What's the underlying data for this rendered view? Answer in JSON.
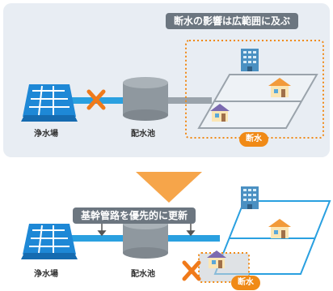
{
  "top_panel": {
    "title": "断水の影響は広範囲に及ぶ",
    "water_plant_label": "浄水場",
    "reservoir_label": "配水池",
    "outage_tag": "断水"
  },
  "bottom_panel": {
    "title": "基幹管路を優先的に更新",
    "water_plant_label": "浄水場",
    "reservoir_label": "配水池",
    "outage_tag": "断水"
  },
  "colors": {
    "panel_bg": "#e8edf3",
    "pipe_gray": "#9aa3ab",
    "pipe_blue": "#2aa0e0",
    "outage_orange": "#f08a17",
    "cross_orange": "#f07a1a",
    "solar_blue": "#1e88d6"
  },
  "icons": [
    "solar-panel-icon",
    "reservoir-tank-icon",
    "building-icon",
    "house-icon",
    "cross-icon",
    "down-arrow-icon"
  ]
}
